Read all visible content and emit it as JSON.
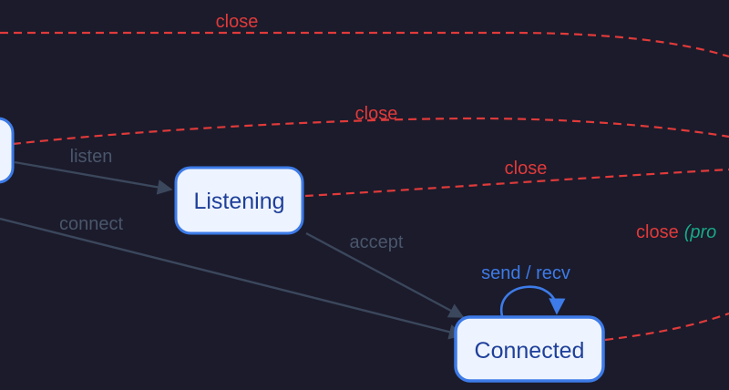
{
  "colors": {
    "background": "#1b1b2b",
    "close_edge": "#e03a3a",
    "transition_edge": "#3b475c",
    "transition_label": "#4a566b",
    "self_loop": "#3d7be8",
    "node_fill": "#eef4ff",
    "node_border": "#3d7be8",
    "node_text": "#1e3f9a",
    "note_text": "#18a888"
  },
  "nodes": {
    "listening": "Listening",
    "connected": "Connected"
  },
  "edges": {
    "close_top": "close",
    "close_mid": "close",
    "close_listening": "close",
    "close_connected": "close",
    "close_connected_note": "(pro",
    "listen": "listen",
    "connect": "connect",
    "accept": "accept",
    "send_recv": "send / recv"
  }
}
